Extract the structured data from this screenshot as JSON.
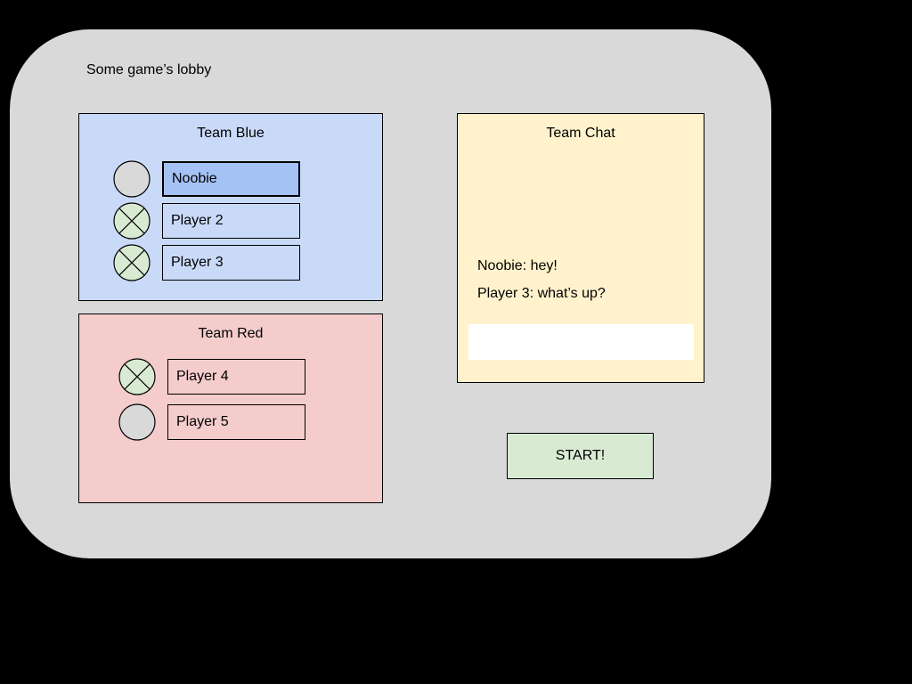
{
  "page": {
    "title": "Some game’s lobby"
  },
  "colors": {
    "background": "#000000",
    "window": "#d9d9d9",
    "team_blue_panel": "#c9daf8",
    "team_blue_selected": "#a4c2f4",
    "team_red_panel": "#f4cccc",
    "chat_panel": "#fff2cc",
    "chat_input": "#ffffff",
    "start_button": "#d9ead3",
    "ready": "#d9ead3",
    "not_ready": "#d9d9d9"
  },
  "team_blue": {
    "title": "Team Blue",
    "players": [
      {
        "name": "Noobie",
        "ready": false,
        "selected": true
      },
      {
        "name": "Player 2",
        "ready": true,
        "selected": false
      },
      {
        "name": "Player 3",
        "ready": true,
        "selected": false
      }
    ]
  },
  "team_red": {
    "title": "Team Red",
    "players": [
      {
        "name": "Player 4",
        "ready": true,
        "selected": false
      },
      {
        "name": "Player 5",
        "ready": false,
        "selected": false
      }
    ]
  },
  "chat": {
    "title": "Team Chat",
    "messages": [
      "Noobie: hey!",
      "Player 3: what’s up?"
    ],
    "input_value": ""
  },
  "start_button": {
    "label": "START!"
  }
}
